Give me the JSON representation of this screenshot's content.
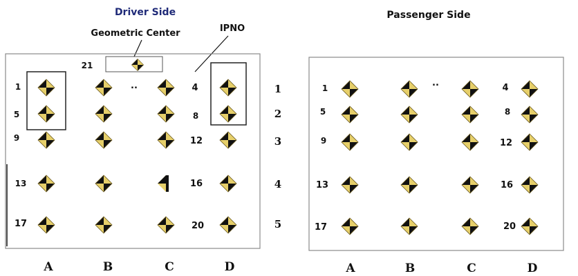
{
  "colors": {
    "title_accent": "#1f2a78",
    "target_fill": "#e6cf6a",
    "target_dark": "#111111",
    "panel_border": "#8a8a8a",
    "bracket": "#222222"
  },
  "driver": {
    "title": "Driver Side",
    "geometric_center_label": "Geometric Center",
    "ipno_label": "IPNO",
    "center_target_number": "21",
    "ellipsis": "..",
    "numbers": [
      "1",
      "4",
      "5",
      "8",
      "9",
      "12",
      "13",
      "16",
      "17",
      "20"
    ]
  },
  "passenger": {
    "title": "Passenger Side",
    "ellipsis": "..",
    "numbers": [
      "1",
      "4",
      "5",
      "8",
      "9",
      "12",
      "13",
      "16",
      "17",
      "20"
    ]
  },
  "row_labels": [
    "1",
    "2",
    "3",
    "4",
    "5"
  ],
  "column_labels": [
    "A",
    "B",
    "C",
    "D"
  ],
  "icons": {
    "target": "diamond-target-icon",
    "pointer": "pointer-line"
  }
}
